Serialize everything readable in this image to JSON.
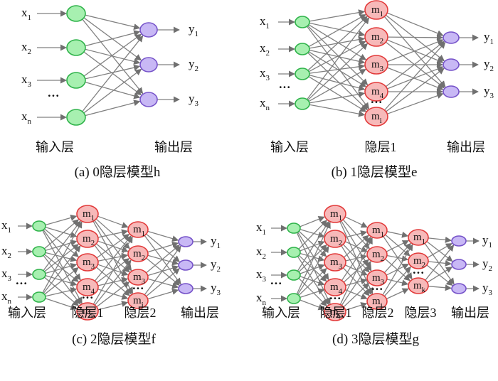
{
  "colors": {
    "input_fill": "#a7f0b0",
    "input_stroke": "#2fb34a",
    "hidden_fill": "#f7b9b9",
    "hidden_stroke": "#e23a3a",
    "output_fill": "#c8b8f5",
    "output_stroke": "#7653c9",
    "edge": "#808080"
  },
  "panels": {
    "a": {
      "caption": "(a) 0隐层模型h",
      "layers": [
        "输入层",
        "输出层"
      ],
      "inputs": [
        {
          "base": "x",
          "sub": "1"
        },
        {
          "base": "x",
          "sub": "2"
        },
        {
          "base": "x",
          "sub": "3"
        },
        {
          "base": "x",
          "sub": "n"
        }
      ],
      "outputs": [
        {
          "base": "y",
          "sub": "1"
        },
        {
          "base": "y",
          "sub": "2"
        },
        {
          "base": "y",
          "sub": "3"
        }
      ]
    },
    "b": {
      "caption": "(b) 1隐层模型e",
      "layers": [
        "输入层",
        "隐层1",
        "输出层"
      ],
      "inputs": [
        {
          "base": "x",
          "sub": "1"
        },
        {
          "base": "x",
          "sub": "2"
        },
        {
          "base": "x",
          "sub": "3"
        },
        {
          "base": "x",
          "sub": "n"
        }
      ],
      "hidden": [
        [
          {
            "base": "m",
            "sub": "1"
          },
          {
            "base": "m",
            "sub": "2"
          },
          {
            "base": "m",
            "sub": "3"
          },
          {
            "base": "m",
            "sub": "4"
          },
          {
            "base": "m",
            "sub": "i"
          }
        ]
      ],
      "outputs": [
        {
          "base": "y",
          "sub": "1"
        },
        {
          "base": "y",
          "sub": "2"
        },
        {
          "base": "y",
          "sub": "3"
        }
      ]
    },
    "c": {
      "caption": "(c) 2隐层模型f",
      "layers": [
        "输入层",
        "隐层1",
        "隐层2",
        "输出层"
      ],
      "inputs": [
        {
          "base": "x",
          "sub": "1"
        },
        {
          "base": "x",
          "sub": "2"
        },
        {
          "base": "x",
          "sub": "3"
        },
        {
          "base": "x",
          "sub": "n"
        }
      ],
      "hidden": [
        [
          {
            "base": "m",
            "sub": "1"
          },
          {
            "base": "m",
            "sub": "2"
          },
          {
            "base": "m",
            "sub": "3"
          },
          {
            "base": "m",
            "sub": "4"
          },
          {
            "base": "m",
            "sub": "i"
          }
        ],
        [
          {
            "base": "m",
            "sub": "1"
          },
          {
            "base": "m",
            "sub": "2"
          },
          {
            "base": "m",
            "sub": "3"
          },
          {
            "base": "m",
            "sub": "j"
          }
        ]
      ],
      "outputs": [
        {
          "base": "y",
          "sub": "1"
        },
        {
          "base": "y",
          "sub": "2"
        },
        {
          "base": "y",
          "sub": "3"
        }
      ]
    },
    "d": {
      "caption": "(d) 3隐层模型g",
      "layers": [
        "输入层",
        "隐层1",
        "隐层2",
        "隐层3",
        "输出层"
      ],
      "inputs": [
        {
          "base": "x",
          "sub": "1"
        },
        {
          "base": "x",
          "sub": "2"
        },
        {
          "base": "x",
          "sub": "3"
        },
        {
          "base": "x",
          "sub": "n"
        }
      ],
      "hidden": [
        [
          {
            "base": "m",
            "sub": "1"
          },
          {
            "base": "m",
            "sub": "2"
          },
          {
            "base": "m",
            "sub": "3"
          },
          {
            "base": "m",
            "sub": "4"
          },
          {
            "base": "m",
            "sub": "i"
          }
        ],
        [
          {
            "base": "m",
            "sub": "1"
          },
          {
            "base": "m",
            "sub": "2"
          },
          {
            "base": "m",
            "sub": "3"
          },
          {
            "base": "m",
            "sub": "j"
          }
        ],
        [
          {
            "base": "m",
            "sub": "1"
          },
          {
            "base": "m",
            "sub": "2"
          },
          {
            "base": "m",
            "sub": "k"
          }
        ]
      ],
      "outputs": [
        {
          "base": "y",
          "sub": "1"
        },
        {
          "base": "y",
          "sub": "2"
        },
        {
          "base": "y",
          "sub": "3"
        }
      ]
    }
  },
  "ellipsis": "···"
}
